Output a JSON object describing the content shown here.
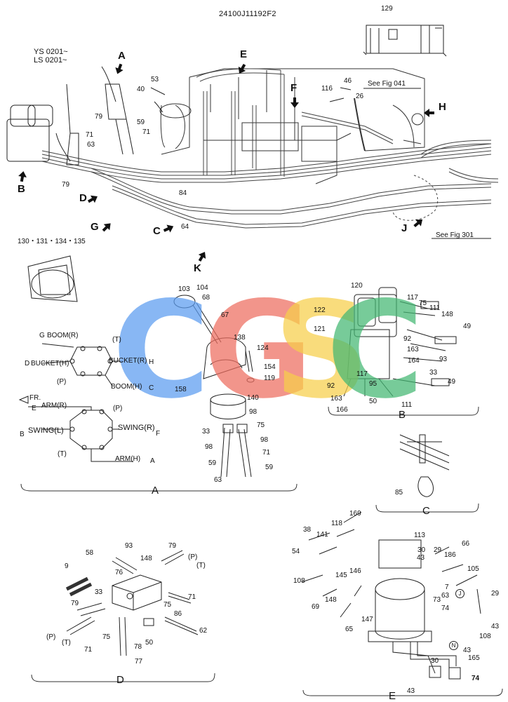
{
  "header": {
    "drawing_code": "24100J11192F2",
    "serials": [
      "YS 0201~",
      "LS 0201~"
    ],
    "see_fig_041": "See Fig 041",
    "see_fig_301": "See Fig 301"
  },
  "view_arrows": [
    "A",
    "B",
    "C",
    "D",
    "E",
    "F",
    "G",
    "H",
    "J",
    "K"
  ],
  "overview_parts": {
    "p129": "129",
    "p53": "53",
    "p40": "40",
    "p46": "46",
    "p116": "116",
    "p26": "26",
    "p79a": "79",
    "p59": "59",
    "p71a": "71",
    "p71b": "71",
    "p63": "63",
    "p79b": "79",
    "p84": "84",
    "p64": "64",
    "p130": "130・131・134・135"
  },
  "detail_a": {
    "caption": "A",
    "pattern1": {
      "boom_r": "BOOM(R)",
      "bucket_h": "BUCKET(H)",
      "bucket_r": "BUCKET(R)",
      "boom_h": "BOOM(H)",
      "t": "(T)",
      "p": "(P)",
      "g": "G",
      "d": "D",
      "h": "H",
      "c": "C"
    },
    "fr": "FR.",
    "pattern2": {
      "arm_r": "ARM(R)",
      "swing_l": "SWING(L)",
      "swing_r": "SWING(R)",
      "arm_h": "ARM(H)",
      "t": "(T)",
      "p": "(P)",
      "e": "E",
      "b": "B",
      "f": "F",
      "a": "A"
    },
    "parts": {
      "p103": "103",
      "p104": "104",
      "p68": "68",
      "p67": "67",
      "p138": "138",
      "p124": "124",
      "p154": "154",
      "p119": "119",
      "p158": "158",
      "p140": "140",
      "p98a": "98",
      "p75": "75",
      "p33": "33",
      "p98b": "98",
      "p98c": "98",
      "p71": "71",
      "p59a": "59",
      "p59b": "59",
      "p63": "63"
    }
  },
  "detail_b": {
    "caption": "B",
    "parts": {
      "p120": "120",
      "p117a": "117",
      "p75": "75",
      "p111a": "111",
      "p148": "148",
      "p122": "122",
      "p121": "121",
      "p49a": "49",
      "p92a": "92",
      "p163a": "163",
      "p93": "93",
      "p164": "164",
      "p117b": "117",
      "p33": "33",
      "p92b": "92",
      "p95": "95",
      "p49b": "49",
      "p163b": "163",
      "p50": "50",
      "p111b": "111",
      "p166": "166"
    }
  },
  "detail_c": {
    "caption": "C",
    "parts": {
      "p85": "85"
    }
  },
  "detail_d": {
    "caption": "D",
    "parts": {
      "p93": "93",
      "p79a": "79",
      "p58": "58",
      "p148": "148",
      "p9": "9",
      "p76": "76",
      "p33": "33",
      "p75a": "75",
      "p71a": "71",
      "p86": "86",
      "p79b": "79",
      "p75b": "75",
      "p78": "78",
      "p50": "50",
      "p62": "62",
      "p71b": "71",
      "p77": "77",
      "pp": "(P)",
      "pt": "(T)",
      "pp2": "(P)",
      "pt2": "(T)"
    }
  },
  "detail_e": {
    "caption": "E",
    "parts": {
      "p169": "169",
      "p38": "38",
      "p141": "141",
      "p118": "118",
      "p113": "113",
      "p54": "54",
      "p30a": "30",
      "p43a": "43",
      "p29a": "29",
      "p186": "186",
      "p66": "66",
      "p105": "105",
      "p108a": "108",
      "p145": "145",
      "p146": "146",
      "p148": "148",
      "p69": "69",
      "p7": "7",
      "p63": "63",
      "p73": "73",
      "p29b": "29",
      "p74a": "74",
      "p147": "147",
      "p65": "65",
      "p43b": "43",
      "p108b": "108",
      "p43c": "43",
      "p165": "165",
      "p30b": "30",
      "p43d": "43",
      "p74b": "74",
      "circle_j": "J",
      "circle_n": "N"
    }
  },
  "watermark": {
    "letters": [
      "C",
      "G",
      "S",
      "C"
    ],
    "colors": [
      "#5b9cf0",
      "#ee6d5f",
      "#f7cf4a",
      "#43b873"
    ]
  }
}
